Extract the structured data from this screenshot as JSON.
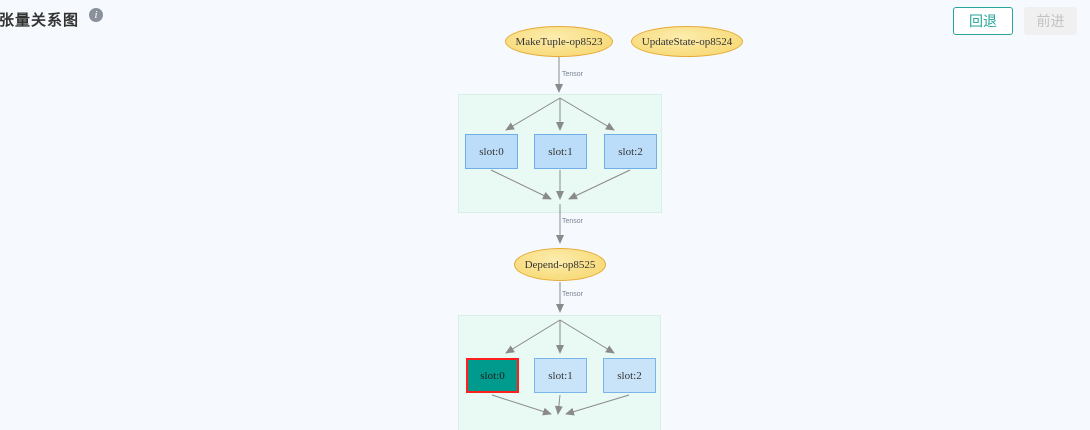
{
  "header": {
    "title": "张量关系图"
  },
  "toolbar": {
    "back_label": "回退",
    "forward_label": "前进"
  },
  "graph": {
    "edge_label": "Tensor",
    "nodes": {
      "make_tuple": "MakeTuple-op8523",
      "update_state": "UpdateState-op8524",
      "depend": "Depend-op8525"
    },
    "groups": [
      {
        "slots": [
          "slot:0",
          "slot:1",
          "slot:2"
        ],
        "highlighted_slot": null
      },
      {
        "slots": [
          "slot:0",
          "slot:1",
          "slot:2"
        ],
        "highlighted_slot": "slot:0"
      }
    ]
  },
  "colors": {
    "accent_teal": "#26a69a",
    "operator_fill": "#f9df86",
    "operator_border": "#e5ab38",
    "slot_fill_top": "#bcddf9",
    "slot_fill_bottom": "#c9e4f9",
    "slot_border": "#6faee6",
    "highlight_fill": "#019b8d",
    "highlight_border": "#ff1f1f",
    "group_fill": "#e9f9f4",
    "group_border": "#d8efe8",
    "edge": "#8a8a8a",
    "page_background": "#f6f9fd"
  }
}
